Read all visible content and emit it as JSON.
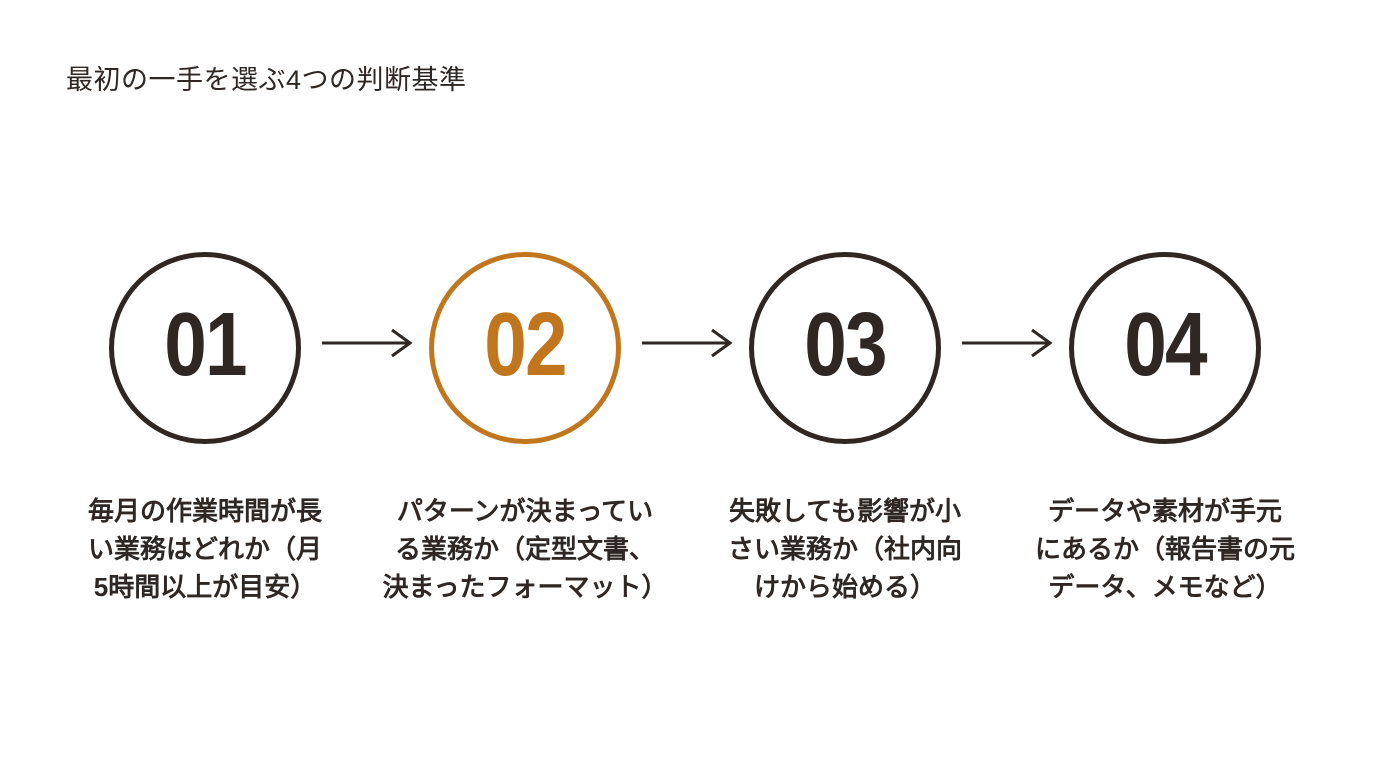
{
  "page": {
    "title": "最初の一手を選ぶ4つの判断基準",
    "background": "#ffffff"
  },
  "colors": {
    "dark": "#2e2723",
    "accent": "#c1761e"
  },
  "flow": {
    "direction": "left-to-right",
    "arrow_style": "thin line with open chevron head",
    "arrow_count": 3
  },
  "steps": [
    {
      "number": "01",
      "accent": false,
      "description_lines": [
        "毎月の作業時間が長",
        "い業務はどれか（月",
        "5時間以上が目安）"
      ]
    },
    {
      "number": "02",
      "accent": true,
      "description_lines": [
        "パターンが決まってい",
        "る業務か（定型文書、",
        "決まったフォーマット）"
      ]
    },
    {
      "number": "03",
      "accent": false,
      "description_lines": [
        "失敗しても影響が小",
        "さい業務か（社内向",
        "けから始める）"
      ]
    },
    {
      "number": "04",
      "accent": false,
      "description_lines": [
        "データや素材が手元",
        "にあるか（報告書の元",
        "データ、メモなど）"
      ]
    }
  ]
}
